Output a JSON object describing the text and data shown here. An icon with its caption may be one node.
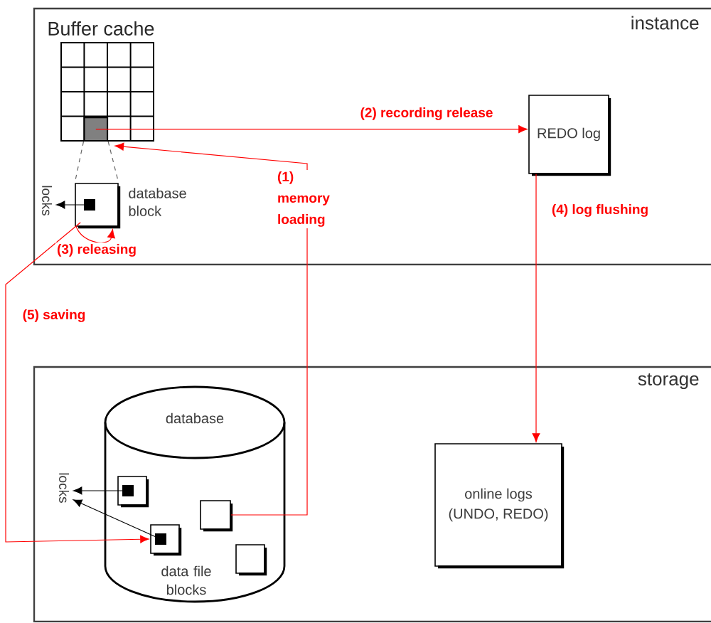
{
  "diagram": {
    "nodes": [
      {
        "text": [
          "instance"
        ]
      },
      {
        "text": [
          "Buffer cache"
        ],
        "in": 0
      },
      {
        "text": [],
        "shape": "box",
        "in": 1
      },
      {
        "text": [
          "database block"
        ],
        "in": 0
      },
      {
        "text": [
          "locks"
        ],
        "in": 0
      },
      {
        "text": [
          "REDO log"
        ],
        "in": 0
      },
      {
        "text": [
          "storage"
        ]
      },
      {
        "text": [
          "database",
          "data file blocks"
        ],
        "in": 6
      },
      {
        "text": [],
        "shape": "box",
        "in": 7
      },
      {
        "text": [],
        "shape": "box",
        "in": 7
      },
      {
        "text": [],
        "shape": "box",
        "in": 7
      },
      {
        "text": [],
        "shape": "box",
        "in": 7
      },
      {
        "text": [
          "locks"
        ],
        "in": 6
      },
      {
        "text": [
          "online logs (UNDO, REDO)"
        ],
        "in": 6
      }
    ],
    "edges": [
      {
        "from": 2,
        "to": 5,
        "arrow": "to",
        "label": "(2) recording release",
        "color": "#ff0000"
      },
      {
        "from": 10,
        "to": 2,
        "arrow": "to",
        "label": "(1) memory loading",
        "color": "#ff0000"
      },
      {
        "from": 3,
        "to": 3,
        "arrow": "to",
        "label": "(3) releasing",
        "color": "#ff0000"
      },
      {
        "from": 3,
        "to": 9,
        "arrow": "to",
        "label": "(5) saving",
        "color": "#ff0000"
      },
      {
        "from": 5,
        "to": 13,
        "arrow": "to",
        "label": "(4) log flushing",
        "color": "#ff0000"
      },
      {
        "from": 3,
        "to": 4,
        "arrow": "to",
        "color": "#000000"
      },
      {
        "from": 8,
        "to": 12,
        "arrow": "to",
        "color": "#000000"
      },
      {
        "from": 9,
        "to": 12,
        "arrow": "to",
        "color": "#000000"
      },
      {
        "from": 2,
        "to": 3,
        "arrow": "none",
        "style": "dashed",
        "color": "#666666"
      },
      {
        "from": 2,
        "to": 3,
        "arrow": "none",
        "style": "dashed",
        "color": "#666666"
      }
    ]
  }
}
